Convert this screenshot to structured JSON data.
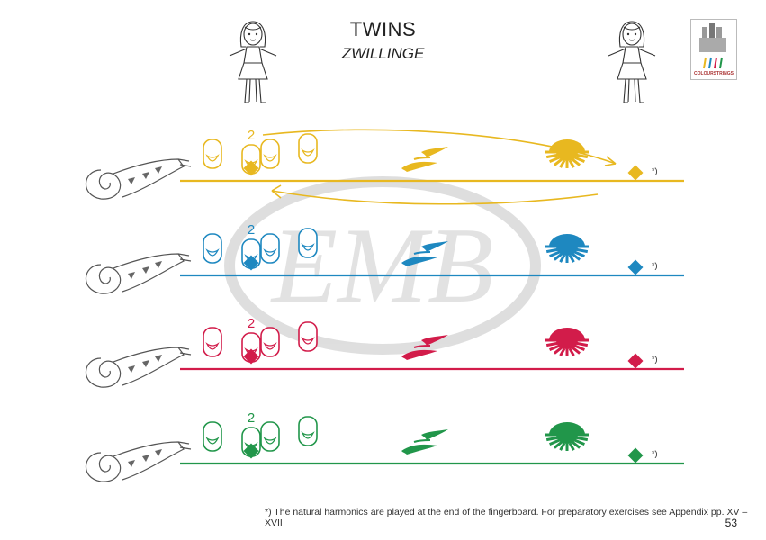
{
  "page": {
    "title": "TWINS",
    "subtitle": "ZWILLINGE",
    "footnote": "*) The natural harmonics are played at the end of the fingerboard. For preparatory exercises see Appendix pp. XV – XVII",
    "page_number": "53",
    "logo_label": "COLOURSTRINGS",
    "watermark": "EMB"
  },
  "strings": [
    {
      "name": "yellow",
      "color": "#e8b820",
      "finger_label": "2",
      "asterisk": "*)"
    },
    {
      "name": "blue",
      "color": "#1e88c0",
      "finger_label": "2",
      "asterisk": "*)"
    },
    {
      "name": "red",
      "color": "#d21c4a",
      "finger_label": "2",
      "asterisk": "*)"
    },
    {
      "name": "green",
      "color": "#21964a",
      "finger_label": "2",
      "asterisk": "*)"
    }
  ],
  "icons": {
    "girl": "girl-figure-icon",
    "scroll": "violin-scroll-icon",
    "finger": "finger-tip-icon",
    "diamond": "harmonic-diamond-icon",
    "birds": "birds-icon",
    "sun": "sun-icon"
  }
}
